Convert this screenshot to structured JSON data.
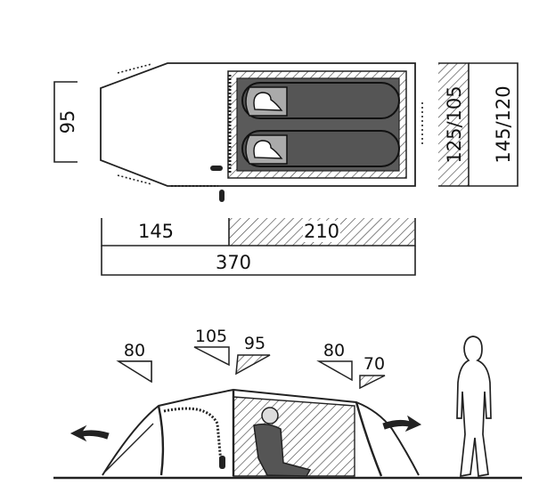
{
  "floor_plan": {
    "width": "95",
    "vestibule_length": "145",
    "inner_length": "210",
    "total_length": "370",
    "inner_width": "125/105",
    "outer_width": "145/120"
  },
  "side_view": {
    "vestibule_height": "80",
    "peak_height": "105",
    "inner_front_height": "95",
    "rear_height": "80",
    "end_height": "70"
  }
}
